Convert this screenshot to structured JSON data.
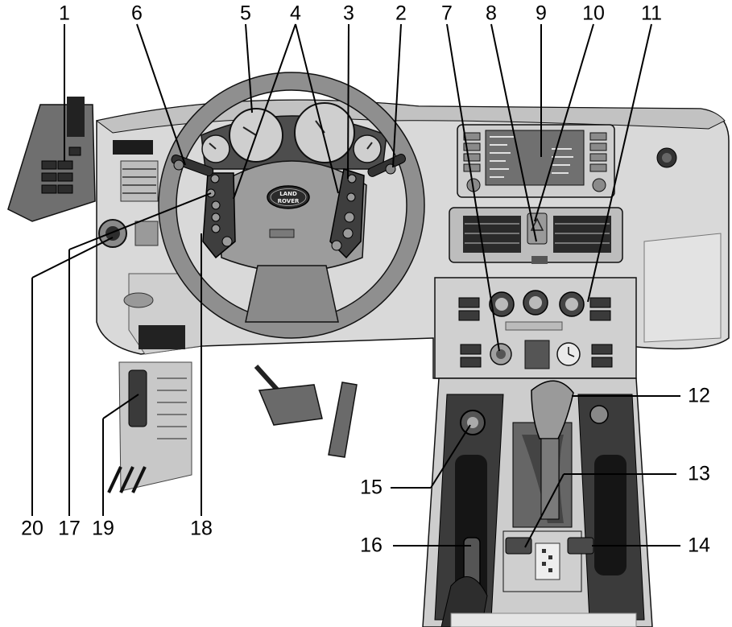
{
  "figure": {
    "callouts": [
      {
        "id": "1",
        "label": "1"
      },
      {
        "id": "2",
        "label": "2"
      },
      {
        "id": "3",
        "label": "3"
      },
      {
        "id": "4",
        "label": "4"
      },
      {
        "id": "5",
        "label": "5"
      },
      {
        "id": "6",
        "label": "6"
      },
      {
        "id": "7",
        "label": "7"
      },
      {
        "id": "8",
        "label": "8"
      },
      {
        "id": "9",
        "label": "9"
      },
      {
        "id": "10",
        "label": "10"
      },
      {
        "id": "11",
        "label": "11"
      },
      {
        "id": "12",
        "label": "12"
      },
      {
        "id": "13",
        "label": "13"
      },
      {
        "id": "14",
        "label": "14"
      },
      {
        "id": "15",
        "label": "15"
      },
      {
        "id": "16",
        "label": "16"
      },
      {
        "id": "17",
        "label": "17"
      },
      {
        "id": "18",
        "label": "18"
      },
      {
        "id": "19",
        "label": "19"
      },
      {
        "id": "20",
        "label": "20"
      }
    ],
    "steering_wheel_badge": {
      "line1": "LAND",
      "line2": "ROVER"
    },
    "colors": {
      "dashboard": "#d9d9d9",
      "dashboard_shadow": "#b5b5b5",
      "dark_trim": "#4a4a4a",
      "black": "#000000",
      "label": "#000000"
    }
  }
}
